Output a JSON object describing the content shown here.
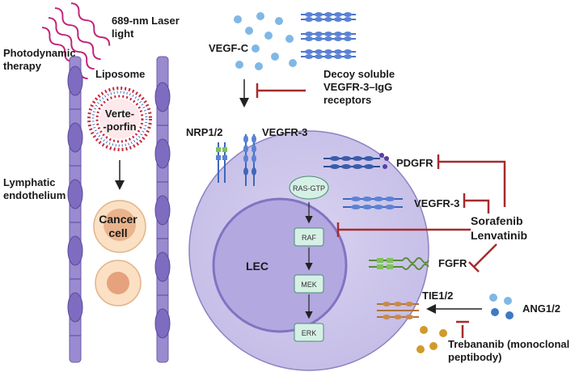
{
  "labels": {
    "laser_line1": "689-nm Laser",
    "laser_line2": "light",
    "pdt_line1": "Photodynamic",
    "pdt_line2": "therapy",
    "liposome": "Liposome",
    "vp_line1": "Verte-",
    "vp_line2": "-porfin",
    "lymph_line1": "Lymphatic",
    "lymph_line2": "endothelium",
    "cancer_line1": "Cancer",
    "cancer_line2": "cell",
    "vegfc": "VEGF-C",
    "decoy_line1": "Decoy soluble",
    "decoy_line2": "VEGFR-3–IgG",
    "decoy_line3": "receptors",
    "nrp": "NRP1/2",
    "vegfr3_top": "VEGFR-3",
    "pdgfr": "PDGFR",
    "vegfr3_right": "VEGFR-3",
    "sorafenib": "Sorafenib",
    "lenvatinib": "Lenvatinib",
    "fgfr": "FGFR",
    "lec": "LEC",
    "ras": "RAS-GTP",
    "raf": "RAF",
    "mek": "MEK",
    "erk": "ERK",
    "tie": "TIE1/2",
    "ang": "ANG1/2",
    "treb_line1": "Trebananib (monoclonal",
    "treb_line2": "peptibody)"
  }
}
